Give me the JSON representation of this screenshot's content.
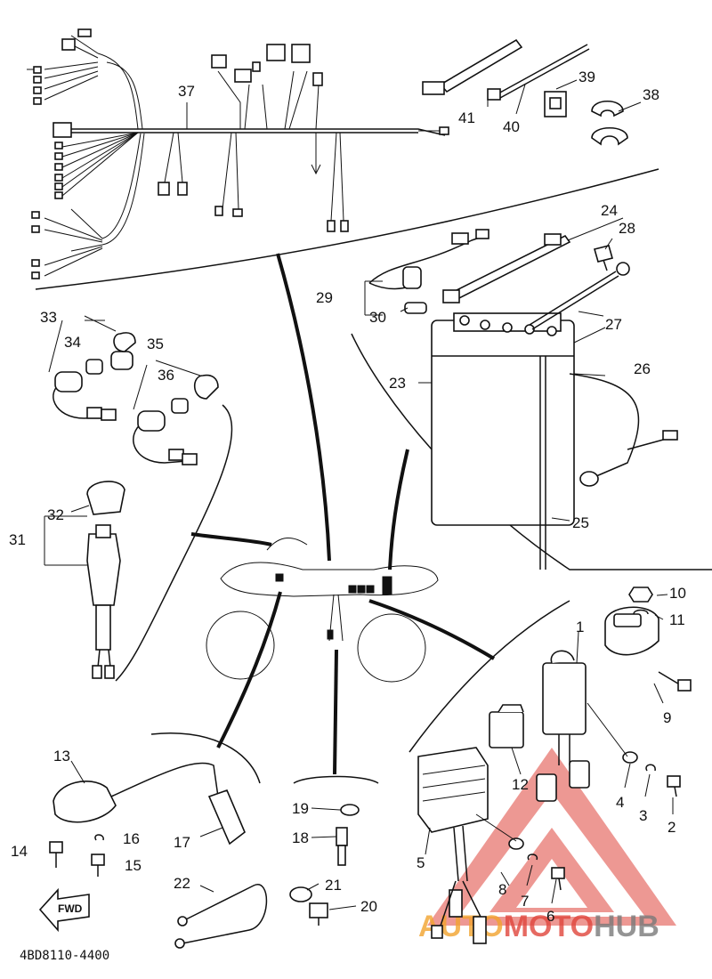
{
  "diagram": {
    "drawing_code": "4BD8110-4400",
    "fwd_label": "FWD",
    "watermark": {
      "part1": "AUTO",
      "part2": "MOTO",
      "part3": "HUB"
    },
    "colors": {
      "line": "#111111",
      "watermark_orange": "#f2a32e",
      "watermark_red": "#e0453c",
      "watermark_gray": "#7a7a7a"
    },
    "callouts": [
      {
        "id": "1",
        "label": "1"
      },
      {
        "id": "2",
        "label": "2"
      },
      {
        "id": "3",
        "label": "3"
      },
      {
        "id": "4",
        "label": "4"
      },
      {
        "id": "5",
        "label": "5"
      },
      {
        "id": "6",
        "label": "6"
      },
      {
        "id": "7",
        "label": "7"
      },
      {
        "id": "8",
        "label": "8"
      },
      {
        "id": "9",
        "label": "9"
      },
      {
        "id": "10",
        "label": "10"
      },
      {
        "id": "11",
        "label": "11"
      },
      {
        "id": "12",
        "label": "12"
      },
      {
        "id": "13",
        "label": "13"
      },
      {
        "id": "14",
        "label": "14"
      },
      {
        "id": "15",
        "label": "15"
      },
      {
        "id": "16",
        "label": "16"
      },
      {
        "id": "17",
        "label": "17"
      },
      {
        "id": "18",
        "label": "18"
      },
      {
        "id": "19",
        "label": "19"
      },
      {
        "id": "20",
        "label": "20"
      },
      {
        "id": "21",
        "label": "21"
      },
      {
        "id": "22",
        "label": "22"
      },
      {
        "id": "23",
        "label": "23"
      },
      {
        "id": "24",
        "label": "24"
      },
      {
        "id": "25",
        "label": "25"
      },
      {
        "id": "26",
        "label": "26"
      },
      {
        "id": "27",
        "label": "27"
      },
      {
        "id": "28",
        "label": "28"
      },
      {
        "id": "29",
        "label": "29"
      },
      {
        "id": "30",
        "label": "30"
      },
      {
        "id": "31",
        "label": "31"
      },
      {
        "id": "32",
        "label": "32"
      },
      {
        "id": "33",
        "label": "33"
      },
      {
        "id": "34",
        "label": "34"
      },
      {
        "id": "35",
        "label": "35"
      },
      {
        "id": "36",
        "label": "36"
      },
      {
        "id": "37",
        "label": "37"
      },
      {
        "id": "38",
        "label": "38"
      },
      {
        "id": "39",
        "label": "39"
      },
      {
        "id": "40",
        "label": "40"
      },
      {
        "id": "41",
        "label": "41"
      }
    ]
  }
}
